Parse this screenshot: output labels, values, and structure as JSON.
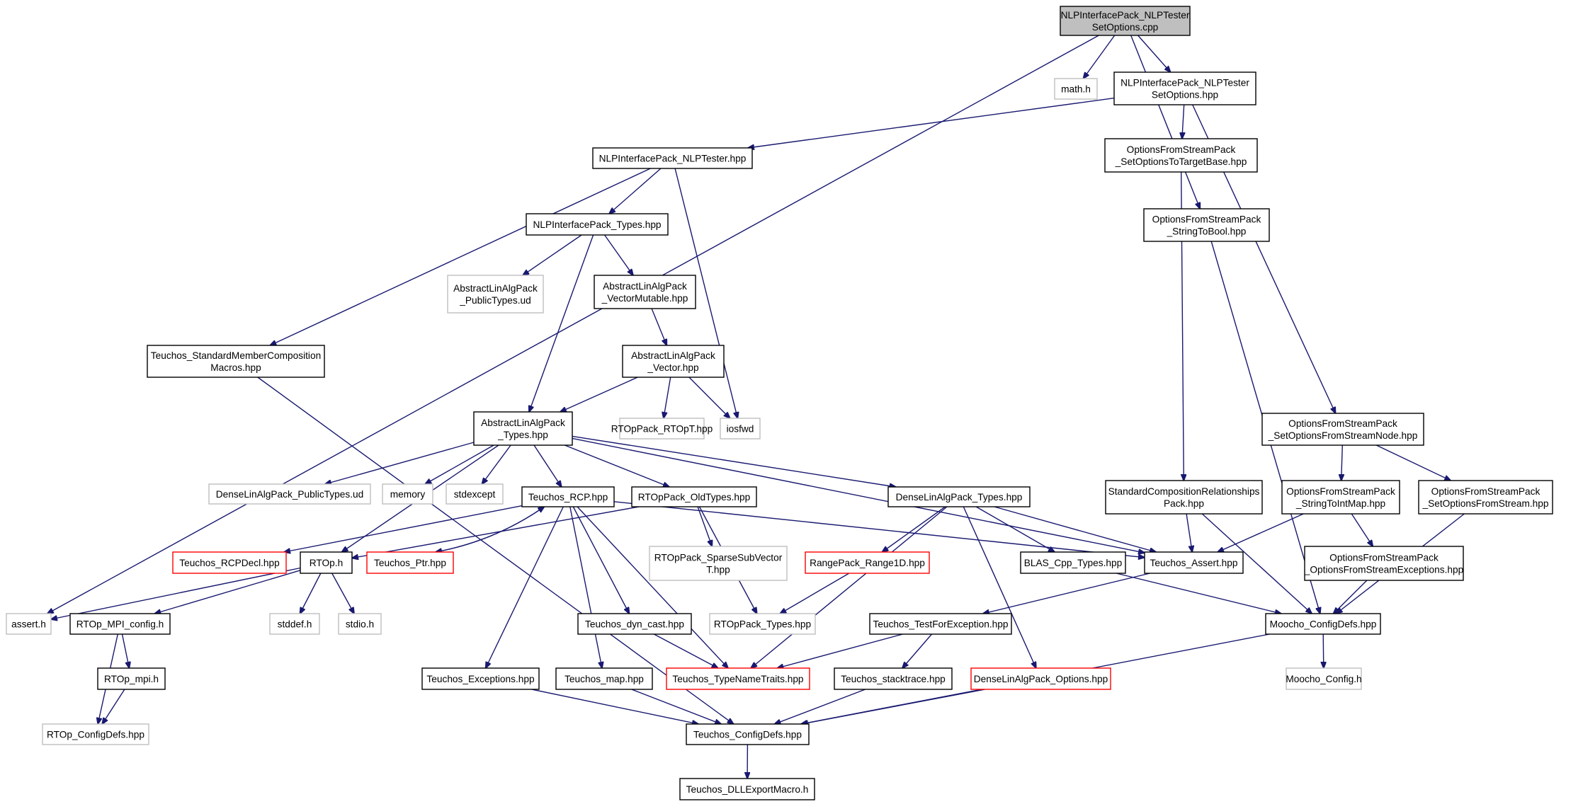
{
  "graph": {
    "root": "NLPInterfacePack_NLPTester SetOptions.cpp",
    "colors": {
      "edge": "#191970",
      "root_fill": "#bfbfbf",
      "external_border": "#bfbfbf",
      "truncated_border": "#ff0000",
      "normal_border": "#000000"
    },
    "nodes": [
      {
        "id": "root",
        "lines": [
          "NLPInterfacePack_NLPTester",
          "SetOptions.cpp"
        ],
        "kind": "root"
      },
      {
        "id": "math",
        "lines": [
          "math.h"
        ],
        "kind": "external"
      },
      {
        "id": "setopt_hpp",
        "lines": [
          "NLPInterfacePack_NLPTester",
          "SetOptions.hpp"
        ],
        "kind": "normal"
      },
      {
        "id": "str2bool",
        "lines": [
          "OptionsFromStreamPack",
          "_StringToBool.hpp"
        ],
        "kind": "normal"
      },
      {
        "id": "assert_h",
        "lines": [
          "assert.h"
        ],
        "kind": "external"
      },
      {
        "id": "nlptester",
        "lines": [
          "NLPInterfacePack_NLPTester.hpp"
        ],
        "kind": "normal"
      },
      {
        "id": "settarget",
        "lines": [
          "OptionsFromStreamPack",
          "_SetOptionsToTargetBase.hpp"
        ],
        "kind": "normal"
      },
      {
        "id": "setnode",
        "lines": [
          "OptionsFromStreamPack",
          "_SetOptionsFromStreamNode.hpp"
        ],
        "kind": "normal"
      },
      {
        "id": "nlptypes",
        "lines": [
          "NLPInterfacePack_Types.hpp"
        ],
        "kind": "normal"
      },
      {
        "id": "stdmember",
        "lines": [
          "Teuchos_StandardMemberComposition",
          "Macros.hpp"
        ],
        "kind": "normal"
      },
      {
        "id": "iosfwd",
        "lines": [
          "iosfwd"
        ],
        "kind": "external"
      },
      {
        "id": "ala_pub",
        "lines": [
          "AbstractLinAlgPack",
          "_PublicTypes.ud"
        ],
        "kind": "external"
      },
      {
        "id": "ala_vm",
        "lines": [
          "AbstractLinAlgPack",
          "_VectorMutable.hpp"
        ],
        "kind": "normal"
      },
      {
        "id": "ala_vec",
        "lines": [
          "AbstractLinAlgPack",
          "_Vector.hpp"
        ],
        "kind": "normal"
      },
      {
        "id": "ala_types",
        "lines": [
          "AbstractLinAlgPack",
          "_Types.hpp"
        ],
        "kind": "normal"
      },
      {
        "id": "rtopt",
        "lines": [
          "RTOpPack_RTOpT.hpp"
        ],
        "kind": "external"
      },
      {
        "id": "scrp",
        "lines": [
          "StandardCompositionRelationships",
          "Pack.hpp"
        ],
        "kind": "normal"
      },
      {
        "id": "str2intmap",
        "lines": [
          "OptionsFromStreamPack",
          "_StringToIntMap.hpp"
        ],
        "kind": "normal"
      },
      {
        "id": "setstream",
        "lines": [
          "OptionsFromStreamPack",
          "_SetOptionsFromStream.hpp"
        ],
        "kind": "normal"
      },
      {
        "id": "dla_pub",
        "lines": [
          "DenseLinAlgPack_PublicTypes.ud"
        ],
        "kind": "external"
      },
      {
        "id": "memory",
        "lines": [
          "memory"
        ],
        "kind": "external"
      },
      {
        "id": "stdexcept",
        "lines": [
          "stdexcept"
        ],
        "kind": "external"
      },
      {
        "id": "rcp",
        "lines": [
          "Teuchos_RCP.hpp"
        ],
        "kind": "normal"
      },
      {
        "id": "oldtypes",
        "lines": [
          "RTOpPack_OldTypes.hpp"
        ],
        "kind": "normal"
      },
      {
        "id": "dla_types",
        "lines": [
          "DenseLinAlgPack_Types.hpp"
        ],
        "kind": "normal"
      },
      {
        "id": "rcpdecl",
        "lines": [
          "Teuchos_RCPDecl.hpp"
        ],
        "kind": "truncated"
      },
      {
        "id": "rtop_h",
        "lines": [
          "RTOp.h"
        ],
        "kind": "normal"
      },
      {
        "id": "ptr",
        "lines": [
          "Teuchos_Ptr.hpp"
        ],
        "kind": "truncated"
      },
      {
        "id": "sparse",
        "lines": [
          "RTOpPack_SparseSubVector",
          "T.hpp"
        ],
        "kind": "external"
      },
      {
        "id": "range1d",
        "lines": [
          "RangePack_Range1D.hpp"
        ],
        "kind": "truncated"
      },
      {
        "id": "blas",
        "lines": [
          "BLAS_Cpp_Types.hpp"
        ],
        "kind": "normal"
      },
      {
        "id": "tassert",
        "lines": [
          "Teuchos_Assert.hpp"
        ],
        "kind": "normal"
      },
      {
        "id": "streamexc",
        "lines": [
          "OptionsFromStreamPack",
          "_OptionsFromStreamExceptions.hpp"
        ],
        "kind": "normal"
      },
      {
        "id": "rtop_mpi",
        "lines": [
          "RTOp_MPI_config.h"
        ],
        "kind": "normal"
      },
      {
        "id": "stddef",
        "lines": [
          "stddef.h"
        ],
        "kind": "external"
      },
      {
        "id": "stdio",
        "lines": [
          "stdio.h"
        ],
        "kind": "external"
      },
      {
        "id": "dyncast",
        "lines": [
          "Teuchos_dyn_cast.hpp"
        ],
        "kind": "normal"
      },
      {
        "id": "rtoppack_types",
        "lines": [
          "RTOpPack_Types.hpp"
        ],
        "kind": "external"
      },
      {
        "id": "testexc",
        "lines": [
          "Teuchos_TestForException.hpp"
        ],
        "kind": "normal"
      },
      {
        "id": "moocho_cfg",
        "lines": [
          "Moocho_ConfigDefs.hpp"
        ],
        "kind": "normal"
      },
      {
        "id": "mpi_h",
        "lines": [
          "RTOp_mpi.h"
        ],
        "kind": "normal"
      },
      {
        "id": "exceptions",
        "lines": [
          "Teuchos_Exceptions.hpp"
        ],
        "kind": "normal"
      },
      {
        "id": "tmap",
        "lines": [
          "Teuchos_map.hpp"
        ],
        "kind": "normal"
      },
      {
        "id": "typename",
        "lines": [
          "Teuchos_TypeNameTraits.hpp"
        ],
        "kind": "truncated"
      },
      {
        "id": "stacktrace",
        "lines": [
          "Teuchos_stacktrace.hpp"
        ],
        "kind": "normal"
      },
      {
        "id": "dla_opts",
        "lines": [
          "DenseLinAlgPack_Options.hpp"
        ],
        "kind": "truncated"
      },
      {
        "id": "moocho_config",
        "lines": [
          "Moocho_Config.h"
        ],
        "kind": "external"
      },
      {
        "id": "rtop_cfg",
        "lines": [
          "RTOp_ConfigDefs.hpp"
        ],
        "kind": "external"
      },
      {
        "id": "teuchos_cfg",
        "lines": [
          "Teuchos_ConfigDefs.hpp"
        ],
        "kind": "normal"
      },
      {
        "id": "dllexport",
        "lines": [
          "Teuchos_DLLExportMacro.h"
        ],
        "kind": "normal"
      }
    ],
    "edges": [
      [
        "root",
        "assert_h"
      ],
      [
        "root",
        "math"
      ],
      [
        "root",
        "setopt_hpp"
      ],
      [
        "root",
        "str2bool"
      ],
      [
        "setopt_hpp",
        "nlptester"
      ],
      [
        "setopt_hpp",
        "settarget"
      ],
      [
        "setopt_hpp",
        "setnode"
      ],
      [
        "str2bool",
        "moocho_cfg"
      ],
      [
        "nlptester",
        "nlptypes"
      ],
      [
        "nlptester",
        "stdmember"
      ],
      [
        "nlptester",
        "iosfwd"
      ],
      [
        "nlptypes",
        "ala_pub"
      ],
      [
        "nlptypes",
        "ala_vm"
      ],
      [
        "nlptypes",
        "ala_types"
      ],
      [
        "ala_vm",
        "ala_vec"
      ],
      [
        "ala_vec",
        "ala_types"
      ],
      [
        "ala_vec",
        "rtopt"
      ],
      [
        "ala_vec",
        "iosfwd"
      ],
      [
        "stdmember",
        "teuchos_cfg"
      ],
      [
        "settarget",
        "scrp"
      ],
      [
        "setnode",
        "str2intmap"
      ],
      [
        "setnode",
        "setstream"
      ],
      [
        "ala_types",
        "rtop_h"
      ],
      [
        "ala_types",
        "dla_pub"
      ],
      [
        "ala_types",
        "memory"
      ],
      [
        "ala_types",
        "stdexcept"
      ],
      [
        "ala_types",
        "rcp"
      ],
      [
        "ala_types",
        "oldtypes"
      ],
      [
        "ala_types",
        "dla_types"
      ],
      [
        "ala_types",
        "tassert"
      ],
      [
        "scrp",
        "tassert"
      ],
      [
        "scrp",
        "moocho_cfg"
      ],
      [
        "str2intmap",
        "tassert"
      ],
      [
        "str2intmap",
        "streamexc"
      ],
      [
        "setstream",
        "moocho_cfg"
      ],
      [
        "streamexc",
        "moocho_cfg"
      ],
      [
        "rcp",
        "rcpdecl"
      ],
      [
        "rcp",
        "ptr"
      ],
      [
        "rcp",
        "tassert"
      ],
      [
        "rcp",
        "dyncast"
      ],
      [
        "rcp",
        "exceptions"
      ],
      [
        "rcp",
        "tmap"
      ],
      [
        "rcp",
        "typename"
      ],
      [
        "ptr",
        "rcp"
      ],
      [
        "oldtypes",
        "rtop_h"
      ],
      [
        "oldtypes",
        "sparse"
      ],
      [
        "oldtypes",
        "rtoppack_types"
      ],
      [
        "dla_types",
        "range1d"
      ],
      [
        "dla_types",
        "blas"
      ],
      [
        "dla_types",
        "tassert"
      ],
      [
        "dla_types",
        "typename"
      ],
      [
        "dla_types",
        "dla_opts"
      ],
      [
        "range1d",
        "rtoppack_types"
      ],
      [
        "blas",
        "moocho_cfg"
      ],
      [
        "tassert",
        "testexc"
      ],
      [
        "rtop_h",
        "assert_h"
      ],
      [
        "rtop_h",
        "rtop_mpi"
      ],
      [
        "rtop_h",
        "stddef"
      ],
      [
        "rtop_h",
        "stdio"
      ],
      [
        "rtop_mpi",
        "mpi_h"
      ],
      [
        "rtop_mpi",
        "rtop_cfg"
      ],
      [
        "mpi_h",
        "rtop_cfg"
      ],
      [
        "dyncast",
        "typename"
      ],
      [
        "testexc",
        "typename"
      ],
      [
        "testexc",
        "stacktrace"
      ],
      [
        "moocho_cfg",
        "moocho_config"
      ],
      [
        "moocho_cfg",
        "teuchos_cfg"
      ],
      [
        "exceptions",
        "teuchos_cfg"
      ],
      [
        "tmap",
        "teuchos_cfg"
      ],
      [
        "stacktrace",
        "teuchos_cfg"
      ],
      [
        "dla_opts",
        "teuchos_cfg"
      ],
      [
        "teuchos_cfg",
        "dllexport"
      ]
    ]
  }
}
